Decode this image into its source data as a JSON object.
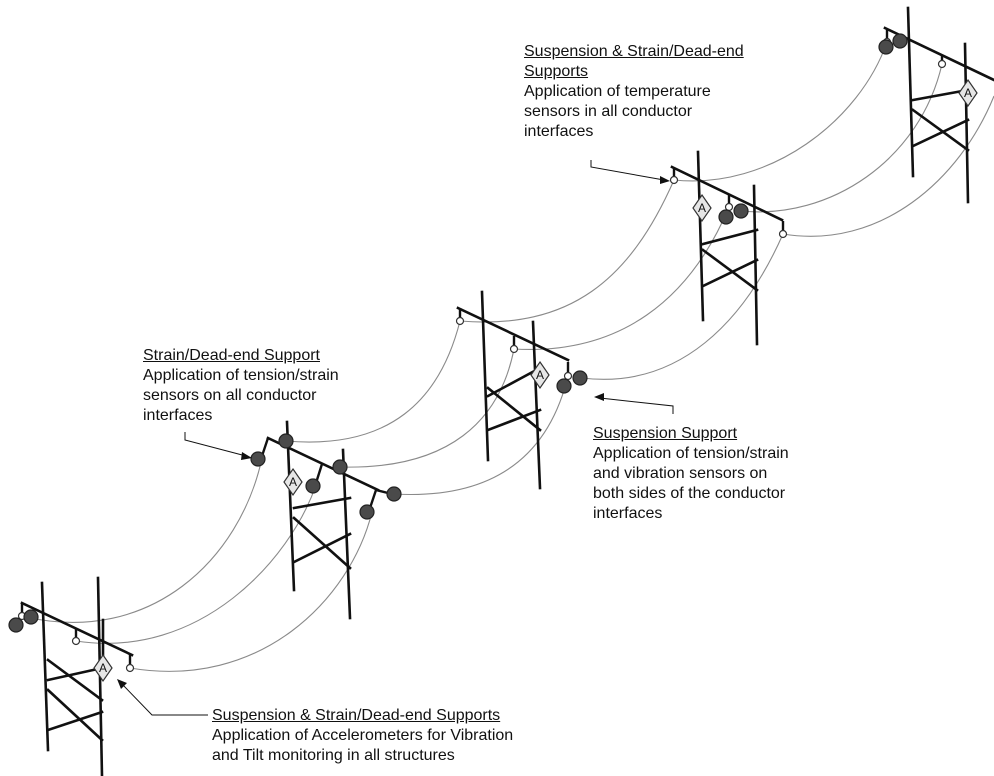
{
  "callouts": {
    "temperature": {
      "heading_line1": "Suspension & Strain/Dead-end",
      "heading_line2": "Supports",
      "body": [
        "Application of temperature",
        "sensors in all conductor",
        "interfaces"
      ]
    },
    "strain": {
      "heading": "Strain/Dead-end Support",
      "body": [
        "Application of tension/strain",
        "sensors on all conductor",
        "interfaces"
      ]
    },
    "suspension": {
      "heading": "Suspension Support",
      "body": [
        "Application of tension/strain",
        "and vibration sensors on",
        "both sides of the conductor",
        "interfaces"
      ]
    },
    "accelerometer": {
      "heading": "Suspension & Strain/Dead-end Supports",
      "body": [
        "Application of Accelerometers for Vibration",
        "and Tilt monitoring in all structures"
      ]
    }
  },
  "accelerometer_marker_label": "A",
  "colors": {
    "structure": "#111111",
    "conductor": "#8a8a8a",
    "tension_sensor": "#4a4a4a",
    "temperature_sensor": "#ffffff",
    "accelerometer": "#e6e6e6"
  },
  "legend_icons": {
    "tension_sensor": "filled-dark-circle",
    "temperature_sensor": "small-hollow-circle",
    "accelerometer": "diamond-with-letter-a"
  }
}
